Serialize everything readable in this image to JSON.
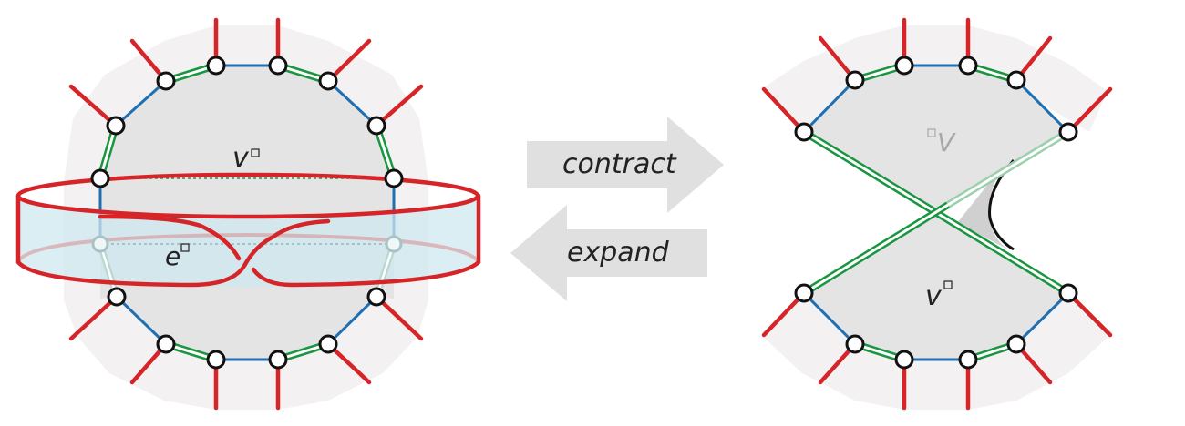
{
  "left_diagram": {
    "vertex_label": "v",
    "edge_label": "e"
  },
  "arrows": {
    "contract_label": "contract",
    "expand_label": "expand"
  },
  "right_diagram": {
    "vertex_label_top": "V",
    "vertex_label_bottom": "v"
  },
  "colors": {
    "red_edge": "#d62528",
    "blue_edge": "#1f6fb3",
    "green_edge": "#1a9641",
    "face_fill": "#e3e3e3",
    "outer_face": "#f2f0f0",
    "band_fill": "#d3ecf3",
    "arrow_fill": "#e0e0e0"
  }
}
